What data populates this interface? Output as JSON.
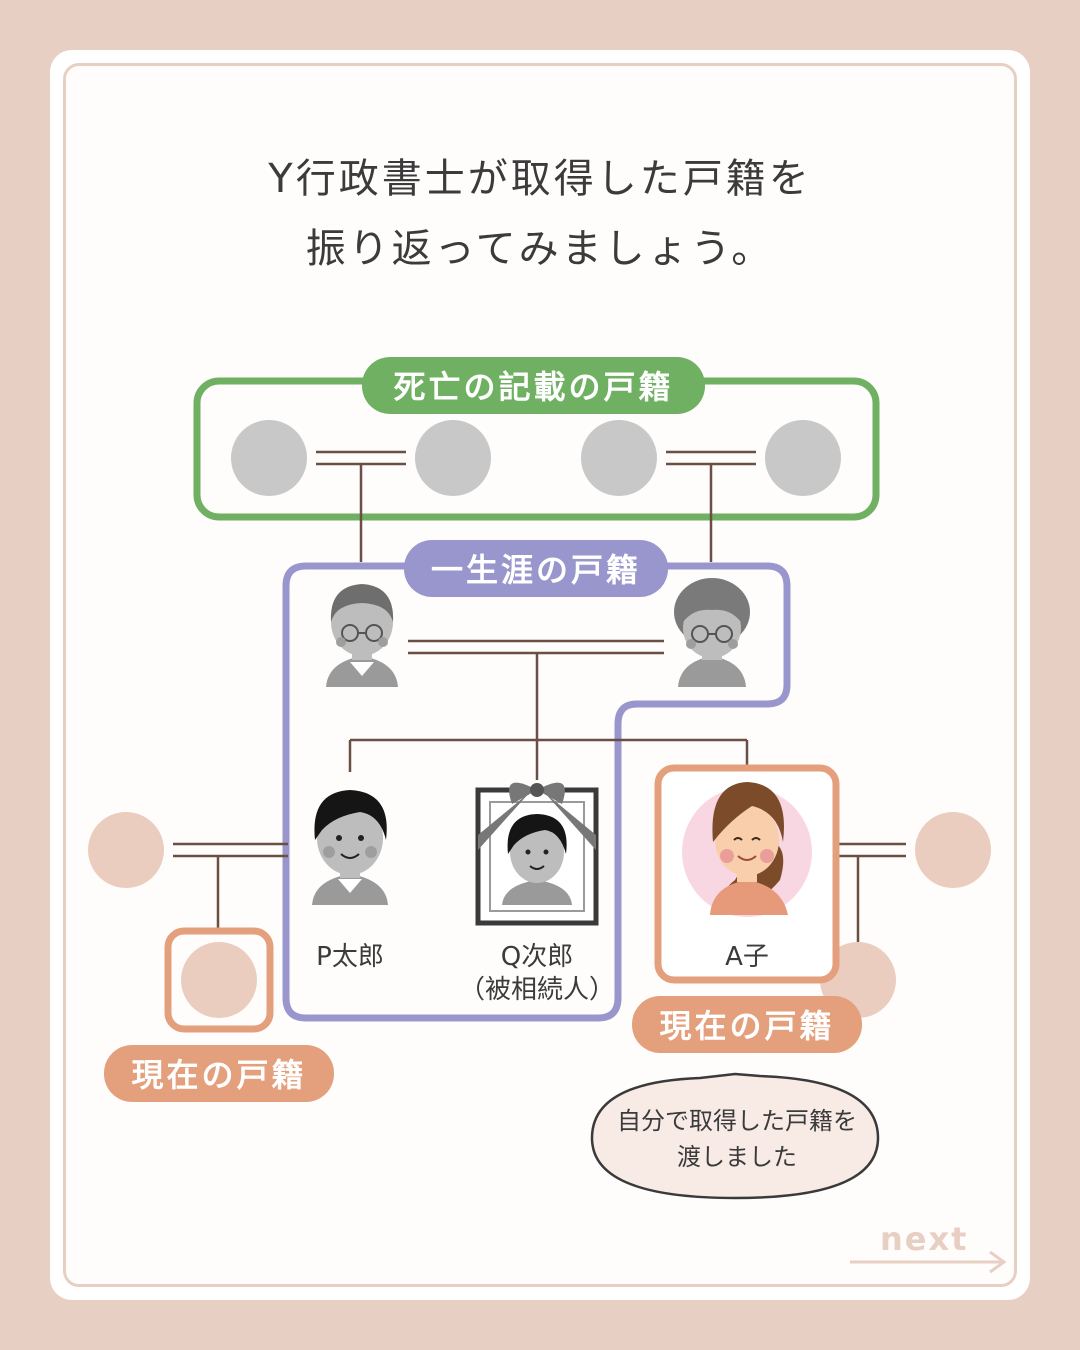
{
  "heading": {
    "line1": "Y行政書士が取得した戸籍を",
    "line2": "振り返ってみましょう。"
  },
  "groups": {
    "death_record": "死亡の記載の戸籍",
    "lifetime": "一生涯の戸籍",
    "current_left": "現在の戸籍",
    "current_right": "現在の戸籍"
  },
  "people": {
    "p_taro": "P太郎",
    "q_jiro": "Q次郎",
    "q_jiro_role": "（被相続人）",
    "a_ko": "A子"
  },
  "bubble": {
    "line1": "自分で取得した戸籍を",
    "line2": "渡しました"
  },
  "next_label": "next",
  "colors": {
    "background": "#e8cfc3",
    "green": "#6fb062",
    "purple": "#9896cc",
    "orange": "#e4a07d",
    "line": "#6b4f45",
    "gray_circle": "#c8c8c8",
    "beige_circle": "#ebcdc0"
  }
}
